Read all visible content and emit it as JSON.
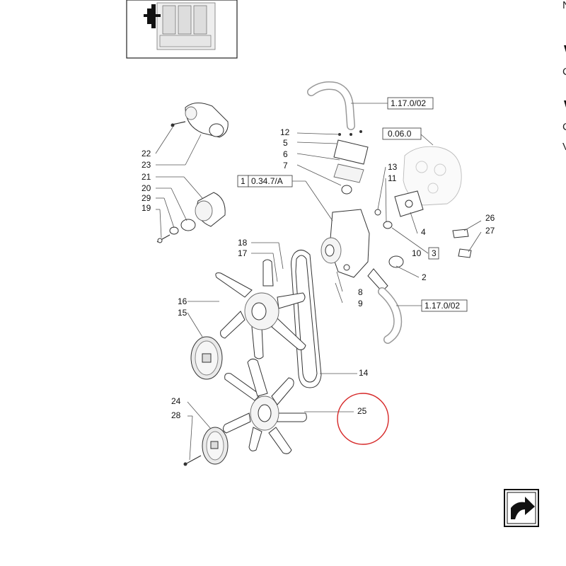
{
  "references": {
    "hose_top": "1.17.0/02",
    "engine": "0.06.0",
    "belt_ref_num": "1",
    "belt_ref": "0.34.7/A",
    "pump_group": "3",
    "hose_bottom": "1.17.0/02"
  },
  "callouts": {
    "c12": "12",
    "c5": "5",
    "c6": "6",
    "c7": "7",
    "c13": "13",
    "c11": "11",
    "c4": "4",
    "c10": "10",
    "c2": "2",
    "c26": "26",
    "c27": "27",
    "c22": "22",
    "c23": "23",
    "c21": "21",
    "c20": "20",
    "c29": "29",
    "c19": "19",
    "c18": "18",
    "c17": "17",
    "c8": "8",
    "c9": "9",
    "c16": "16",
    "c15": "15",
    "c14": "14",
    "c24": "24",
    "c28": "28",
    "c25": "25"
  },
  "edge_text": {
    "top": "N",
    "mid1": "C",
    "mid2": "C",
    "mid3": "V"
  },
  "highlight": {
    "callout": "25",
    "color": "#d62828"
  },
  "icons": {
    "nav": "next-page-arrow-icon"
  }
}
